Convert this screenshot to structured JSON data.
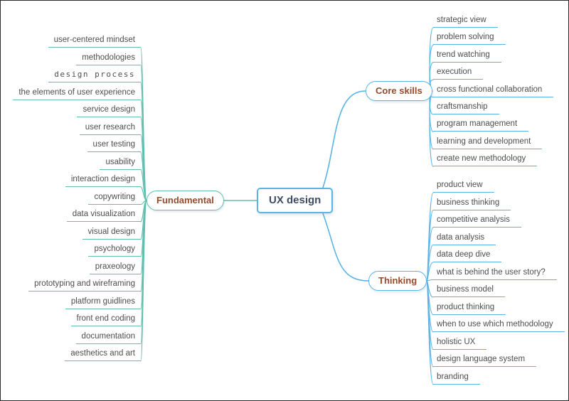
{
  "title": "UX design",
  "colors": {
    "blue": "#5ab4e5",
    "teal": "#62bfae",
    "branch_text": "#964b2d",
    "center_text": "#3e4d63",
    "leaf_text": "#4e4e4e"
  },
  "branches": {
    "fundamental": {
      "label": "Fundamental",
      "mono_item_index": 2,
      "items": [
        "user-centered mindset",
        "methodologies",
        "design process",
        "the elements of user experience",
        "service design",
        "user research",
        "user testing",
        "usability",
        "interaction design",
        "copywriting",
        "data visualization",
        "visual design",
        "psychology",
        "praxeology",
        "prototyping and wireframing",
        "platform guidlines",
        "front end coding",
        "documentation",
        "aesthetics and art"
      ]
    },
    "core_skills": {
      "label": "Core skills",
      "items": [
        "strategic view",
        "problem solving",
        "trend watching",
        "execution",
        "cross functional collaboration",
        "craftsmanship",
        "program management",
        "learning and development",
        "create new methodology"
      ]
    },
    "thinking": {
      "label": "Thinking",
      "items": [
        "product view",
        "business thinking",
        "competitive analysis",
        "data analysis",
        "data deep dive",
        "what is behind the user story?",
        "business model",
        "product thinking",
        "when to use which methodology",
        "holistic UX",
        "design language system",
        "branding"
      ]
    }
  }
}
